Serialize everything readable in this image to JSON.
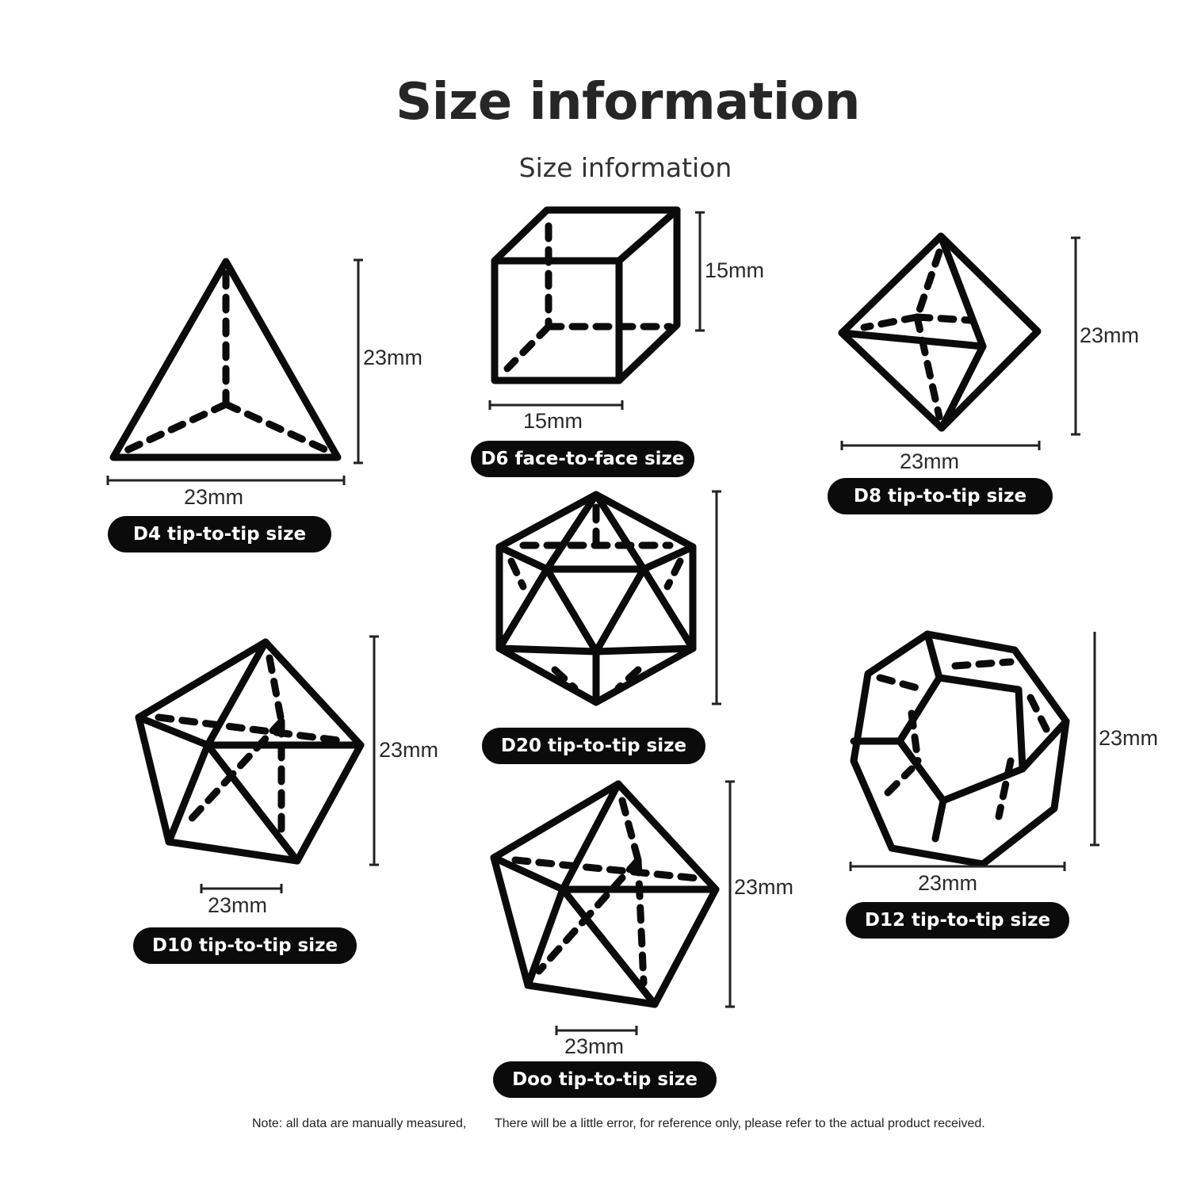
{
  "title": "Size information",
  "subtitle": "Size information",
  "dice": [
    {
      "id": "d4",
      "label": "D4 tip-to-tip size",
      "width": "23mm",
      "height": "23mm"
    },
    {
      "id": "d6",
      "label": "D6 face-to-face size",
      "width": "15mm",
      "height": "15mm"
    },
    {
      "id": "d8",
      "label": "D8 tip-to-tip size",
      "width": "23mm",
      "height": "23mm"
    },
    {
      "id": "d20",
      "label": "D20 tip-to-tip size"
    },
    {
      "id": "d10",
      "label": "D10 tip-to-tip size",
      "width": "23mm",
      "height": "23mm"
    },
    {
      "id": "doo",
      "label": "Doo tip-to-tip size",
      "width": "23mm",
      "height": "23mm"
    },
    {
      "id": "d12",
      "label": "D12 tip-to-tip size",
      "width": "23mm",
      "height": "23mm"
    }
  ],
  "note": {
    "part1": "Note: all data are manually measured,",
    "part2": "There will be a little error, for reference only, please refer to the actual product received."
  },
  "colors": {
    "ink": "#0b0b0b",
    "background": "#ffffff",
    "pill_text": "#ffffff"
  }
}
